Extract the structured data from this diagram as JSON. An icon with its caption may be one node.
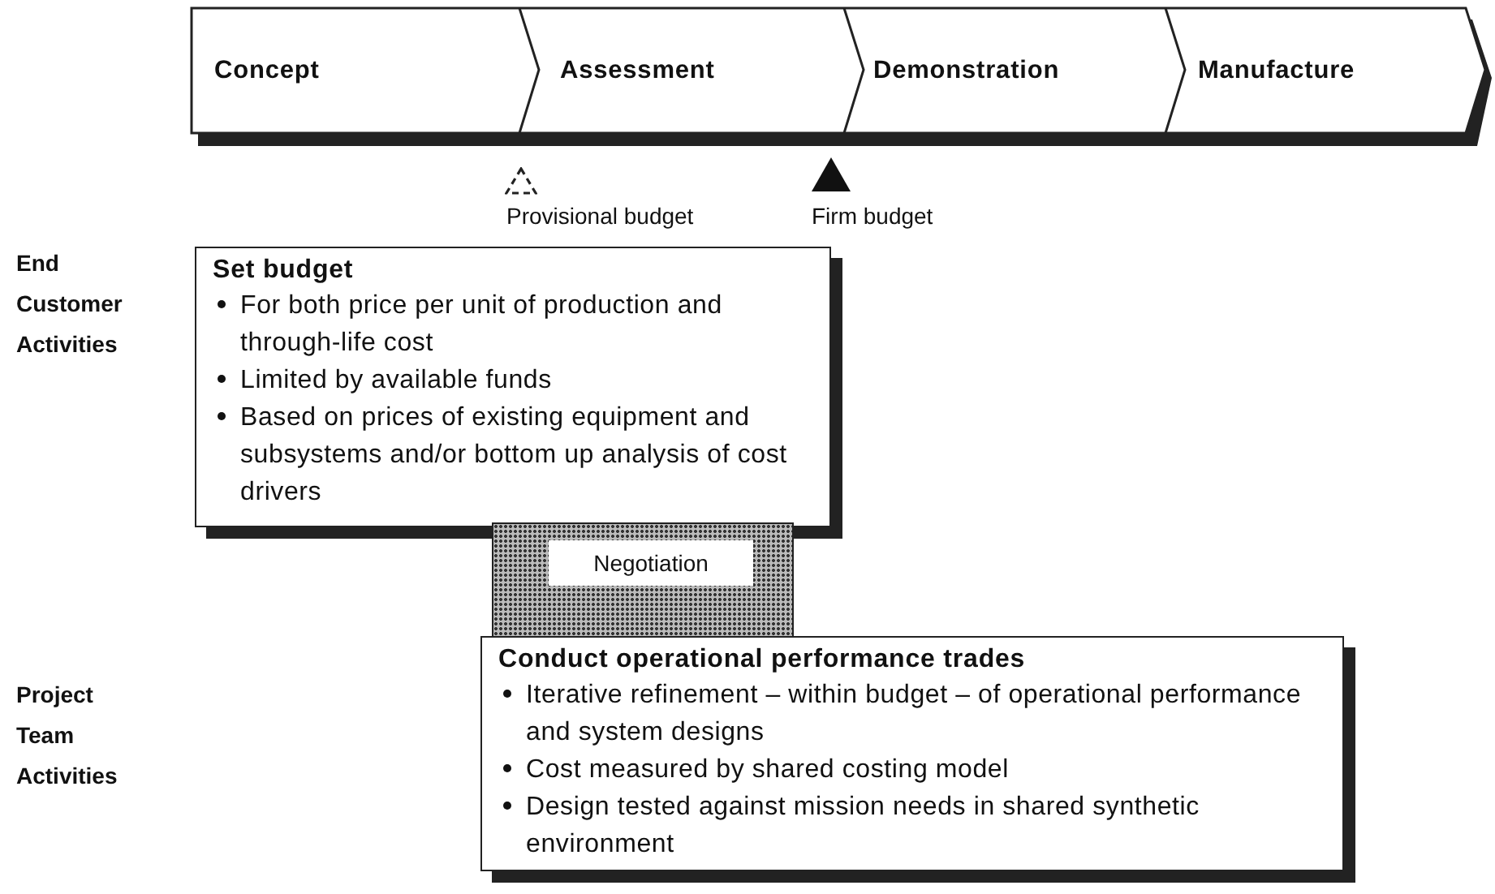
{
  "diagram": {
    "nodes": [
      {
        "text": [
          "Concept"
        ]
      },
      {
        "text": [
          "Assessment"
        ]
      },
      {
        "text": [
          "Demonstration"
        ]
      },
      {
        "text": [
          "Manufacture"
        ]
      },
      {
        "text": [
          "Set budget",
          "For both price per unit of production and through-life cost",
          "Limited by available funds",
          "Based on prices of existing equipment and subsystems and/or bottom up analysis of cost drivers"
        ]
      },
      {
        "text": [
          "Negotiation"
        ]
      },
      {
        "text": [
          "Conduct operational performance trades",
          "Iterative refinement – within budget – of operational performance and system designs",
          "Cost measured by shared costing model",
          "Design tested against mission needs in shared synthetic environment"
        ]
      }
    ],
    "edges": [],
    "labels": [
      "Provisional budget",
      "Firm budget",
      "End Customer Activities",
      "Project Team Activities"
    ]
  }
}
